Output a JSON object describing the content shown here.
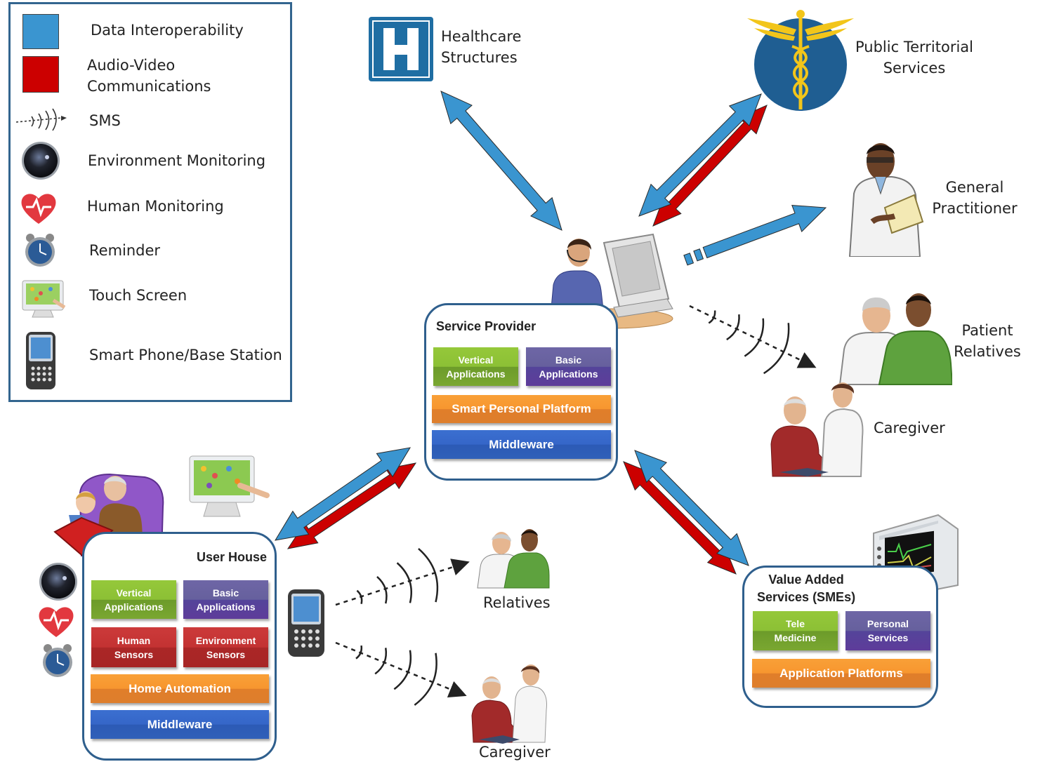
{
  "colors": {
    "data_interoperability": "#3a95d0",
    "audio_video": "#cc0000",
    "box_border": "#2f5f8d",
    "green_block": "#8cc035",
    "purple_block": "#5e50a0",
    "red_block": "#b82c2c",
    "orange_block": "#f7962f",
    "blue_block": "#3566c8"
  },
  "legend": {
    "items": [
      {
        "icon": "blue-square",
        "label": "Data Interoperability"
      },
      {
        "icon": "red-square",
        "label": "Audio-Video\nCommunications"
      },
      {
        "icon": "sms-icon",
        "label": "SMS"
      },
      {
        "icon": "camera-icon",
        "label": "Environment Monitoring"
      },
      {
        "icon": "heart-icon",
        "label": "Human Monitoring"
      },
      {
        "icon": "clock-icon",
        "label": "Reminder"
      },
      {
        "icon": "touch-screen-icon",
        "label": "Touch Screen"
      },
      {
        "icon": "smartphone-icon",
        "label": "Smart Phone/Base Station"
      }
    ]
  },
  "nodes": {
    "healthcare": "Healthcare\nStructures",
    "public_services": "Public Territorial\nServices",
    "gp": "General\nPractitioner",
    "patient_relatives": "Patient\nRelatives",
    "caregiver_top": "Caregiver",
    "relatives_bottom": "Relatives",
    "caregiver_bottom": "Caregiver"
  },
  "service_provider": {
    "title": "Service Provider",
    "vertical": "Vertical\nApplications",
    "basic": "Basic\nApplications",
    "platform": "Smart Personal Platform",
    "middleware": "Middleware"
  },
  "user_house": {
    "title": "User House",
    "vertical": "Vertical\nApplications",
    "basic": "Basic\nApplications",
    "human_sensors": "Human\nSensors",
    "environment_sensors": "Environment\nSensors",
    "home_automation": "Home Automation",
    "middleware": "Middleware"
  },
  "vas": {
    "title": "Value Added\nServices (SMEs)",
    "tele_medicine": "Tele\nMedicine",
    "personal_services": "Personal\nServices",
    "application_platforms": "Application Platforms"
  }
}
